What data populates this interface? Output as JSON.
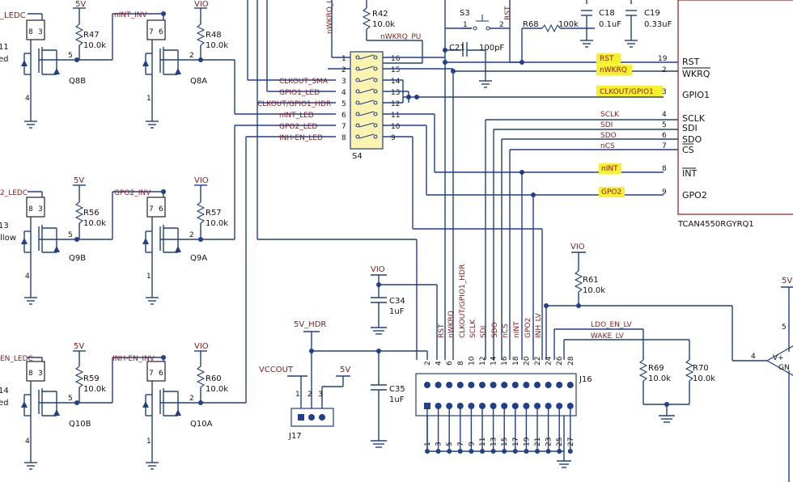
{
  "colors": {
    "wire": "#1f3f8f",
    "net_label": "#8a1a1a",
    "highlight": "#f6f12a",
    "text": "#111111"
  },
  "left": {
    "top_net": "_LEDC",
    "r47": "R47",
    "r47_val": "10.0k",
    "r48": "R48",
    "r48_val": "10.0k",
    "q8b": "Q8B",
    "q8a": "Q8A",
    "pin5": "5",
    "pin2": "2",
    "pin8": "8",
    "pin3": "3",
    "pin7": "7",
    "pin6": "6",
    "pin4": "4",
    "pin1": "1",
    "ninv": "nINT_INV",
    "led_a": "11",
    "led_a2": "ed",
    "mid_net": "2_LEDC",
    "r56": "R56",
    "r56_val": "10.0k",
    "r57": "R57",
    "r57_val": "10.0k",
    "q9b": "Q9B",
    "q9a": "Q9A",
    "gpo2inv": "GPO2_INV",
    "led_b": "13",
    "led_b2": "ellow",
    "bot_net": "EN_LEDC",
    "r59": "R59",
    "r59_val": "10.0k",
    "r60": "R60",
    "r60_val": "10.0k",
    "q10b": "Q10B",
    "q10a": "Q10A",
    "inhinv": "INH-EN_INV",
    "led_c": "14",
    "led_c2": "ed",
    "v5": "5V",
    "vio": "VIO"
  },
  "s4": {
    "ref": "S4",
    "left_pins": [
      "1",
      "2",
      "3",
      "4",
      "5",
      "6",
      "7",
      "8"
    ],
    "right_pins": [
      "16",
      "15",
      "14",
      "13",
      "12",
      "11",
      "10",
      "9"
    ],
    "labels": [
      "CLKOUT_SMA",
      "GPIO1_LED",
      "CLKOUT/GPIO1_HDR",
      "nINT_LED",
      "GPO2_LED",
      "INH-EN_LED"
    ]
  },
  "top": {
    "nwkrq_le": "nWKRQ_LE",
    "r42": "R42",
    "r42_val": "10.0k",
    "nwkrq_pu": "nWKRQ_PU",
    "s3": "S3",
    "s3_p1": "1",
    "s3_p2": "2",
    "rst": "RST",
    "c21": "C21",
    "c21_val": "100pF",
    "r68": "R68",
    "r68_val": "100k",
    "c18": "C18",
    "c18_val": "0.1uF",
    "c19": "C19",
    "c19_val": "0.33uF"
  },
  "ic": {
    "ref": "TCAN4550RGYRQ1",
    "pins": [
      {
        "num": "19",
        "name": "RST",
        "net": "RST",
        "hl": true
      },
      {
        "num": "2",
        "name": "WKRQ",
        "net": "nWKRQ",
        "hl": true
      },
      {
        "num": "3",
        "name": "GPIO1",
        "net": "CLKOUT/GPIO1",
        "hl": true
      },
      {
        "num": "4",
        "name": "SCLK",
        "net": "SCLK",
        "hl": false
      },
      {
        "num": "5",
        "name": "SDI",
        "net": "SDI",
        "hl": false
      },
      {
        "num": "6",
        "name": "SDO",
        "net": "SDO",
        "hl": false
      },
      {
        "num": "7",
        "name": "CS",
        "net": "nCS",
        "hl": false
      },
      {
        "num": "8",
        "name": "INT",
        "net": "nINT",
        "hl": true
      },
      {
        "num": "9",
        "name": "GPO2",
        "net": "GPO2",
        "hl": true
      }
    ]
  },
  "bottom": {
    "vio": "VIO",
    "c34": "C34",
    "c34_val": "1uF",
    "v5hdr": "5V_HDR",
    "vccout": "VCCOUT",
    "v5": "5V",
    "c35": "C35",
    "c35_val": "1uF",
    "j17": "J17",
    "j17_pins": [
      "1",
      "2",
      "3"
    ],
    "j16": "J16",
    "j16_top": [
      "2",
      "4",
      "6",
      "8",
      "10",
      "12",
      "14",
      "16",
      "18",
      "20",
      "22",
      "24",
      "26",
      "28"
    ],
    "j16_bot": [
      "1",
      "3",
      "5",
      "7",
      "9",
      "11",
      "13",
      "15",
      "17",
      "19",
      "21",
      "23",
      "25",
      "27"
    ],
    "j16_nets": [
      "RST",
      "nWKRQ",
      "CLKOUT/GPIO1_HDR",
      "SCLK",
      "SDI",
      "SDO",
      "nCS",
      "nINT",
      "GPO2",
      "INH_LV"
    ],
    "r61": "R61",
    "r61_val": "10.0k",
    "vio2": "VIO",
    "ldo": "LDO_EN_LV",
    "wake": "WAKE_LV",
    "r69": "R69",
    "r69_val": "10.0k",
    "r70": "R70",
    "r70_val": "10.0k",
    "pin4": "4",
    "v_plus": "V+",
    "gn": "GN",
    "v5b": "5V",
    "pin5": "5"
  }
}
